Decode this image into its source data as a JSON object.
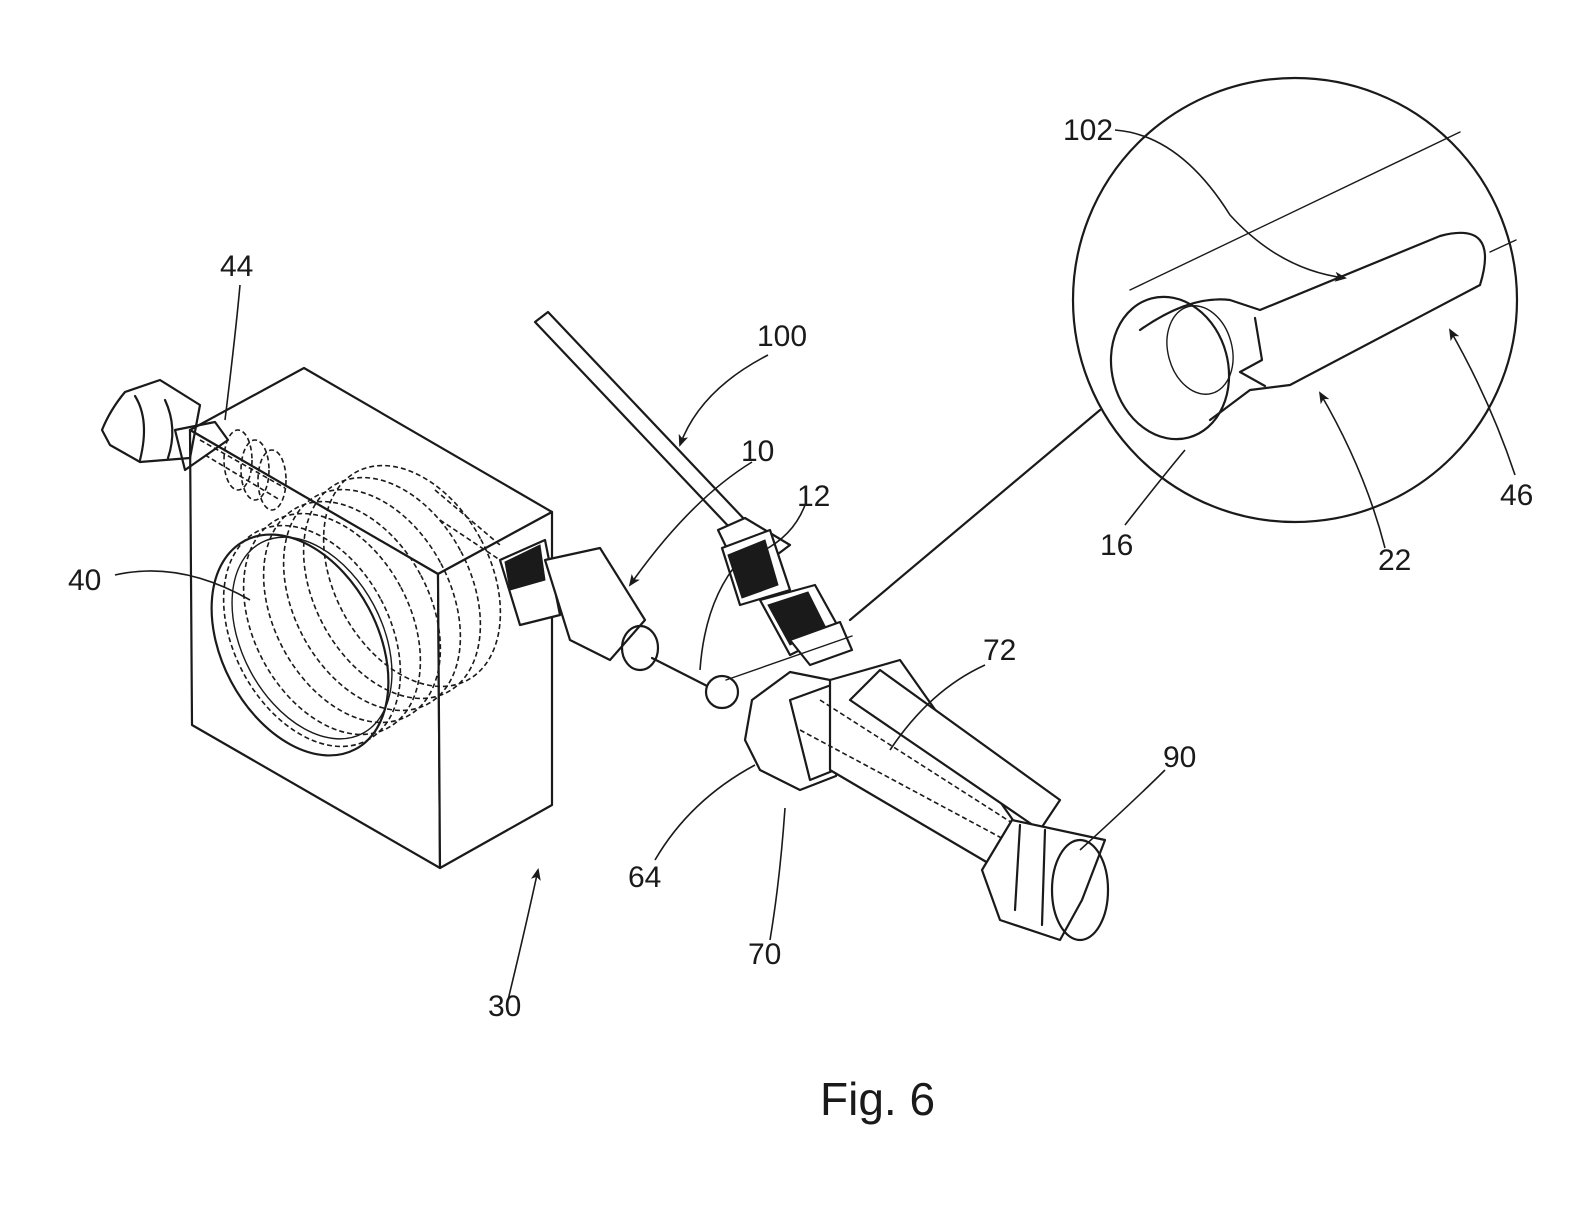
{
  "figure": {
    "caption": "Fig. 6",
    "labels": {
      "l44": "44",
      "l40": "40",
      "l30": "30",
      "l100": "100",
      "l10": "10",
      "l12": "12",
      "l72": "72",
      "l90": "90",
      "l64": "64",
      "l70": "70",
      "l102": "102",
      "l16": "16",
      "l22": "22",
      "l46": "46"
    }
  }
}
